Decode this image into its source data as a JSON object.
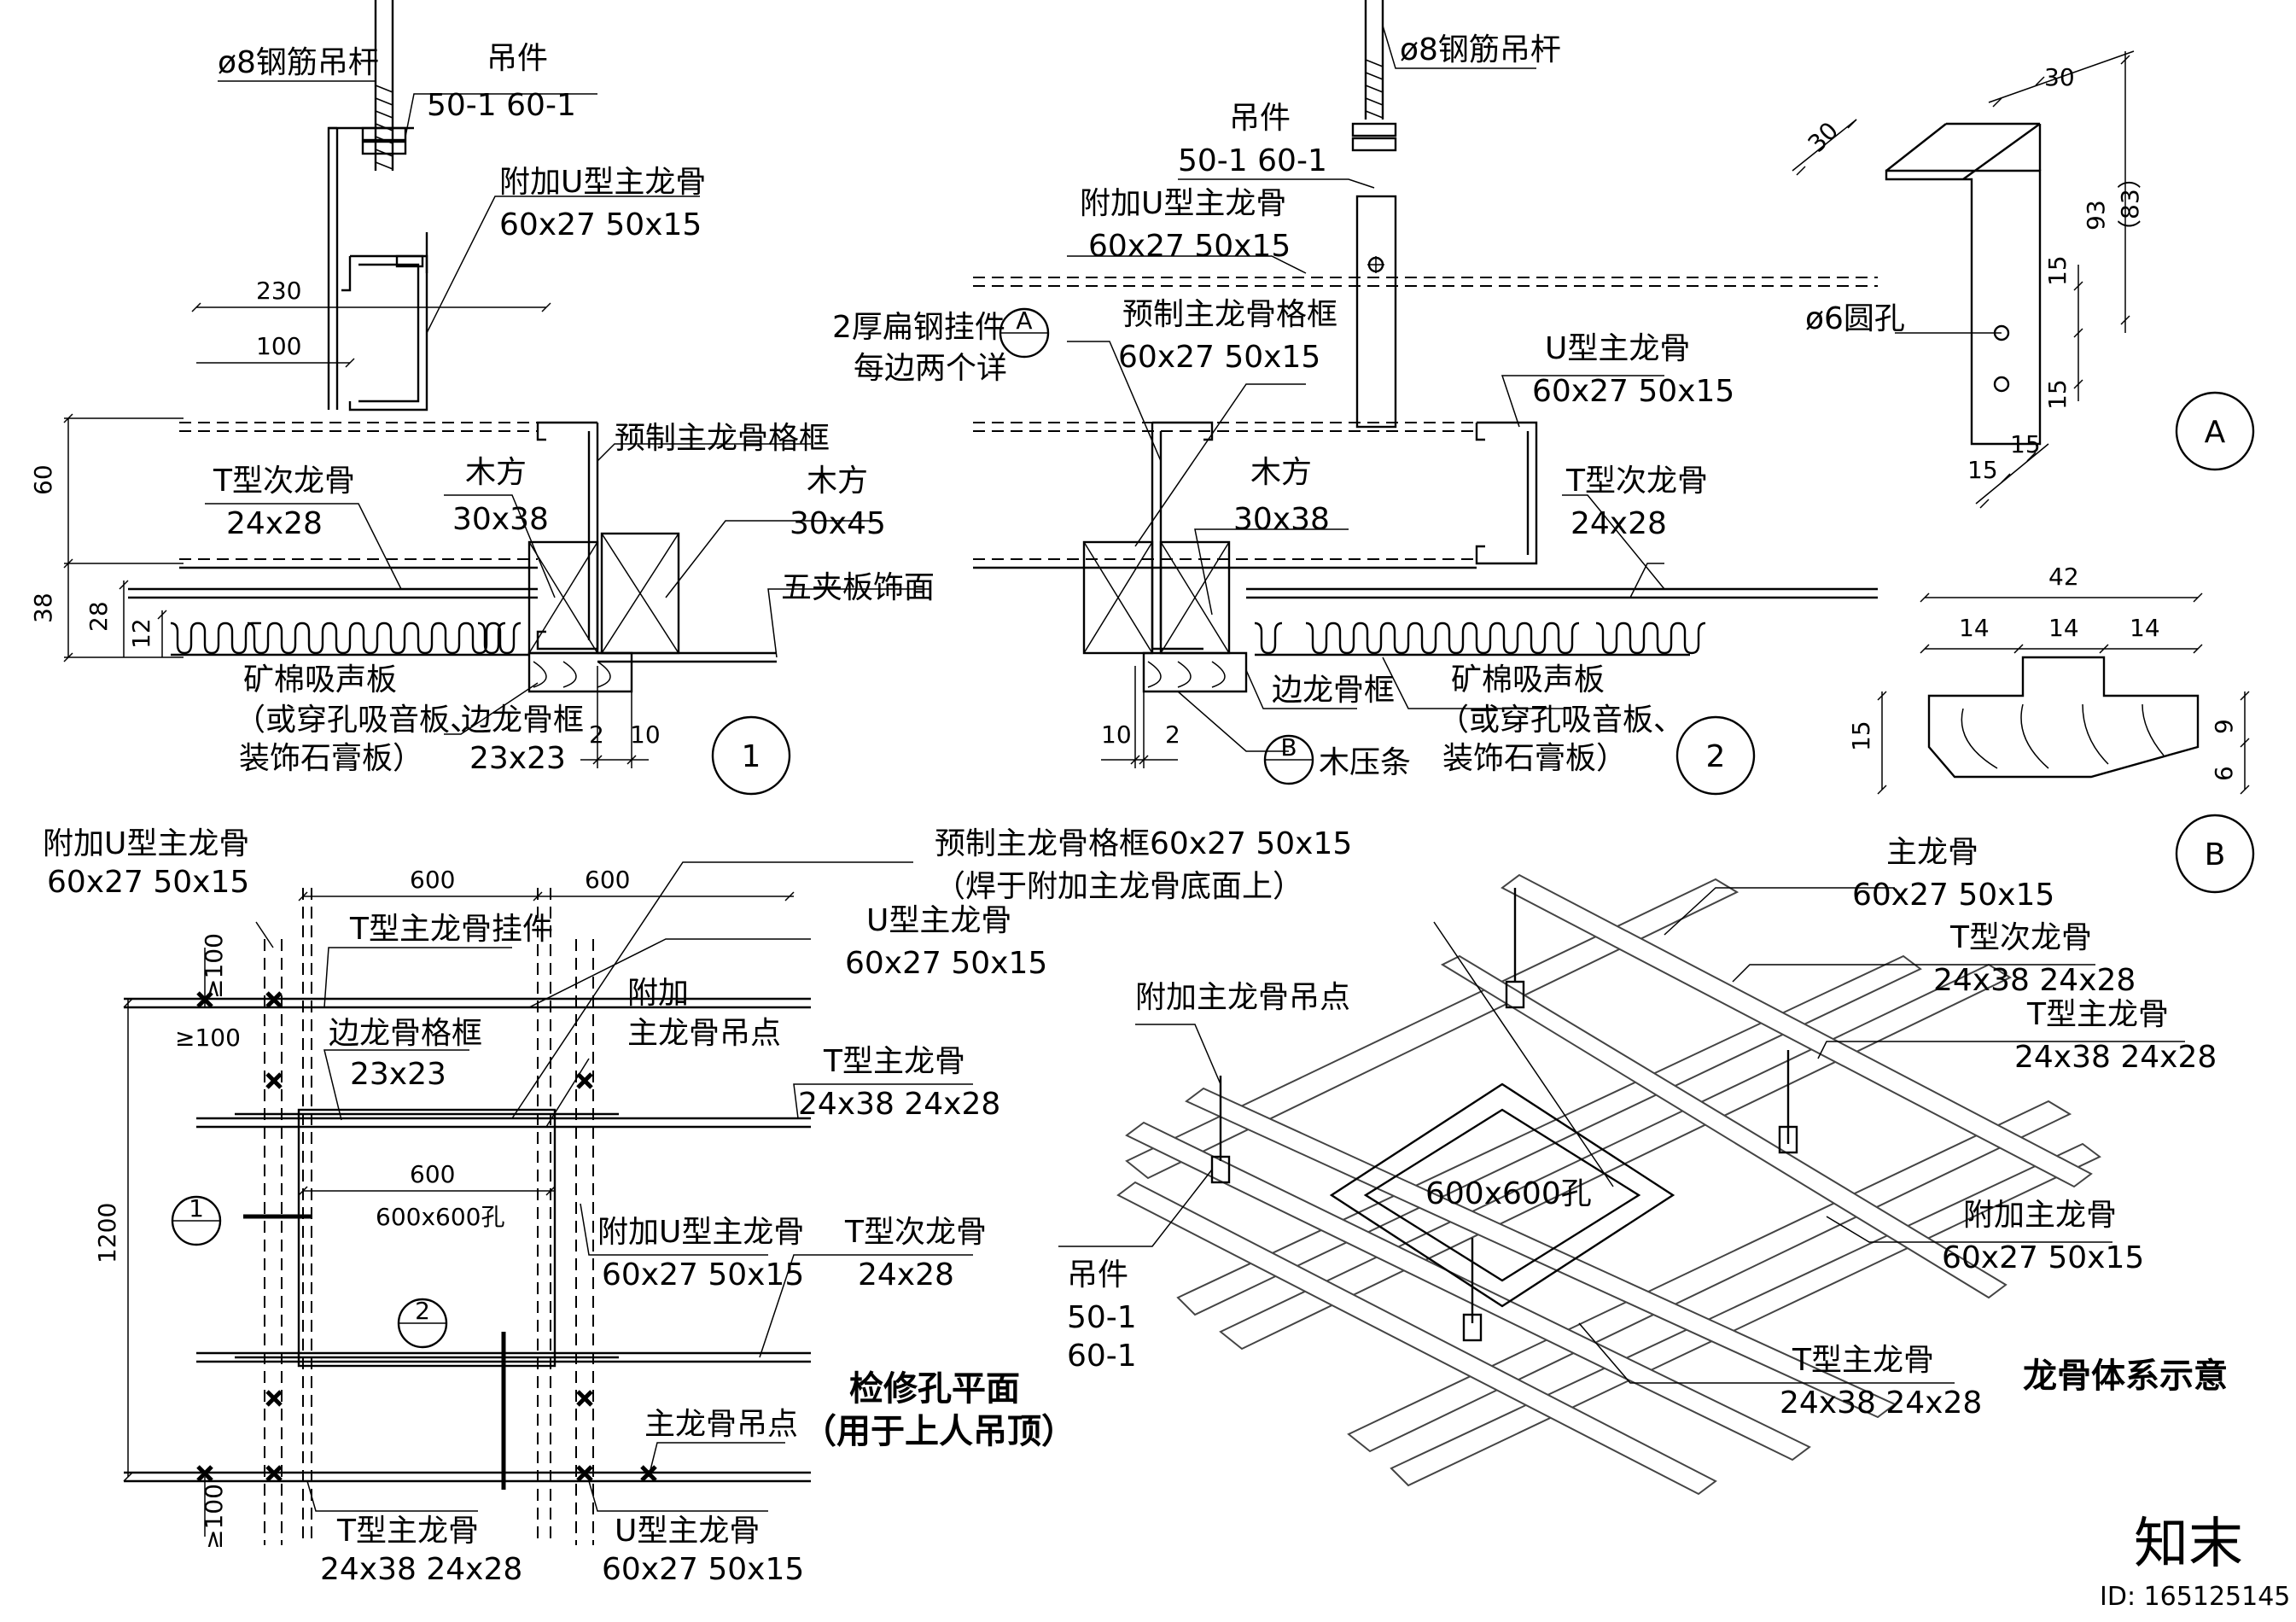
{
  "details": {
    "d1": {
      "badge": "1",
      "rod": "ø8钢筋吊杆",
      "hanger": "吊件",
      "hanger_spec": "50-1 60-1",
      "add_u": "附加U型主龙骨",
      "add_u_spec": "60x27 50x15",
      "dim_230": "230",
      "dim_100": "100",
      "prefab": "预制主龙骨格框",
      "t_sec": "T型次龙骨",
      "t_sec_spec": "24x28",
      "wood1": "木方",
      "wood1_spec": "30x38",
      "wood2": "木方",
      "wood2_spec": "30x45",
      "plywood": "五夹板饰面",
      "board1": "矿棉吸声板",
      "board2": "（或穿孔吸音板、",
      "board3": "装饰石膏板）",
      "edge": "边龙骨框",
      "edge_spec": "23x23",
      "dim_60": "60",
      "dim_38": "38",
      "dim_28": "28",
      "dim_12": "12",
      "dim_2": "2",
      "dim_10": "10"
    },
    "d2": {
      "badge": "2",
      "rod": "ø8钢筋吊杆",
      "hanger": "吊件",
      "hanger_spec": "50-1 60-1",
      "add_u": "附加U型主龙骨",
      "add_u_spec": "60x27 50x15",
      "flat1": "2厚扁钢挂件",
      "flat2": "每边两个详",
      "ref_a": "A",
      "prefab": "预制主龙骨格框",
      "prefab_spec": "60x27 50x15",
      "u_main": "U型主龙骨",
      "u_main_spec": "60x27 50x15",
      "t_sec": "T型次龙骨",
      "t_sec_spec": "24x28",
      "wood": "木方",
      "wood_spec": "30x38",
      "edge": "边龙骨框",
      "board1": "矿棉吸声板",
      "board2": "（或穿孔吸音板、",
      "board3": "装饰石膏板）",
      "ref_b": "B",
      "press": "木压条",
      "dim_10": "10",
      "dim_2": "2"
    },
    "a": {
      "badge": "A",
      "d30a": "30",
      "d30b": "30",
      "d93": "93",
      "d83": "（83）",
      "d15a": "15",
      "d15b": "15",
      "d15c": "15",
      "d15d": "15",
      "hole": "ø6圆孔"
    },
    "b": {
      "badge": "B",
      "d42": "42",
      "d14a": "14",
      "d14b": "14",
      "d14c": "14",
      "d15": "15",
      "d9": "9",
      "d6": "6"
    }
  },
  "plan": {
    "title1": "检修孔平面",
    "title2": "（用于上人吊顶）",
    "add_u": "附加U型主龙骨",
    "add_u_spec": "60x27 50x15",
    "d600a": "600",
    "d600b": "600",
    "d600c": "600",
    "hole": "600x600孔",
    "hook": "T型主龙骨挂件",
    "edge": "边龙骨格框",
    "edge_spec": "23x23",
    "add_point1": "附加",
    "add_point2": "主龙骨吊点",
    "u_main": "U型主龙骨",
    "u_main_spec": "60x27 50x15",
    "t_main": "T型主龙骨",
    "t_main_spec": "24x38 24x28",
    "add_u2": "附加U型主龙骨",
    "add_u2_spec": "60x27 50x15",
    "t_sec": "T型次龙骨",
    "t_sec_spec": "24x28",
    "main_point": "主龙骨吊点",
    "t_main_b": "T型主龙骨",
    "t_main_b_spec": "24x38 24x28",
    "u_main_b": "U型主龙骨",
    "u_main_b_spec": "60x27 50x15",
    "d1200": "1200",
    "d100a": "≥100",
    "d100b": "≥100",
    "d100c": "≥100",
    "ref1": "1",
    "ref2": "2",
    "prefab": "预制主龙骨格框60x27 50x15",
    "prefab2": "（焊于附加主龙骨底面上）"
  },
  "iso": {
    "title": "龙骨体系示意",
    "main": "主龙骨",
    "main_spec": "60x27 50x15",
    "t_sec": "T型次龙骨",
    "t_sec_spec": "24x38 24x28",
    "t_main": "T型主龙骨",
    "t_main_spec": "24x38 24x28",
    "add_point": "附加主龙骨吊点",
    "add_main": "附加主龙骨",
    "add_main_spec": "60x27 50x15",
    "hole": "600x600孔",
    "hanger": "吊件",
    "h1": "50-1",
    "h2": "60-1",
    "t_main_b": "T型主龙骨",
    "t_main_b_spec": "24x38 24x28"
  },
  "watermark": {
    "brand": "知末",
    "id": "ID: 165125145"
  }
}
